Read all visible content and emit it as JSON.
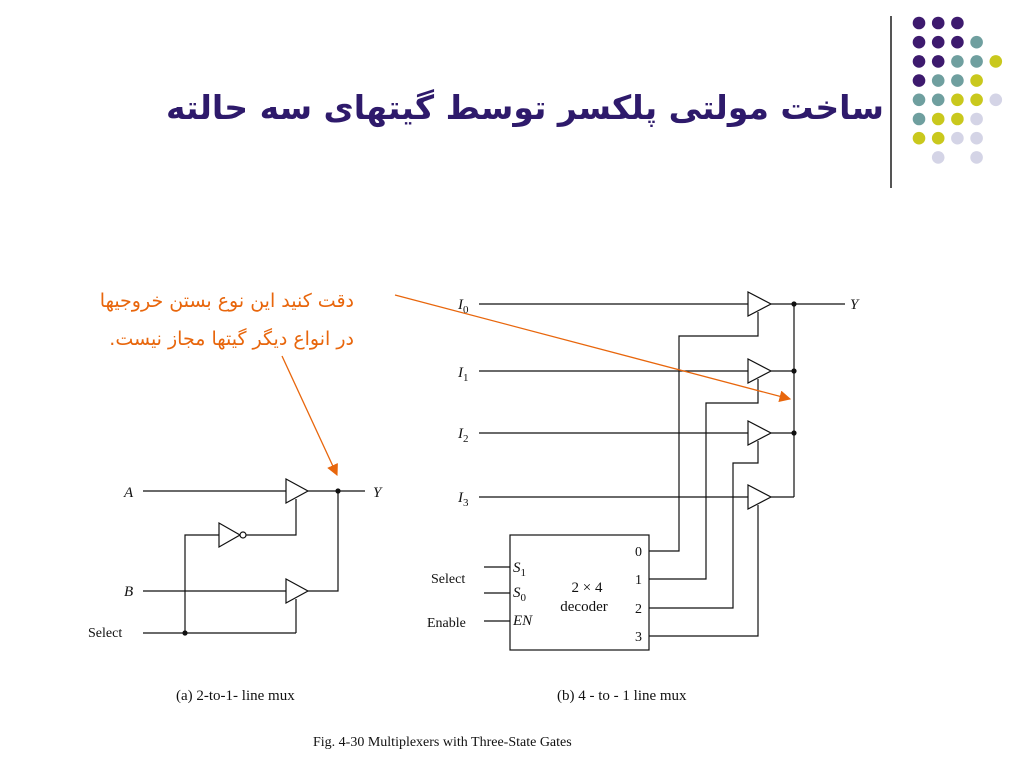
{
  "slide": {
    "title": "ساخت مولتی پلکسر توسط گیتهای سه حالته",
    "annotation_line1": "دقت کنید این نوع بستن خروجیها",
    "annotation_line2": "در انواع دیگر گیتها مجاز نیست."
  },
  "colors": {
    "title": "#2e1a6b",
    "annotation": "#e8660c",
    "dots": [
      "#3d1a6e",
      "#6f9f9f",
      "#c9c81d",
      "#d4d4e6"
    ]
  },
  "fig_a": {
    "input_a": "A",
    "input_b": "B",
    "select": "Select",
    "output": "Y",
    "caption": "(a) 2-to-1-  line mux"
  },
  "fig_b": {
    "inputs": [
      {
        "letter": "I",
        "sub": "0"
      },
      {
        "letter": "I",
        "sub": "1"
      },
      {
        "letter": "I",
        "sub": "2"
      },
      {
        "letter": "I",
        "sub": "3"
      }
    ],
    "output": "Y",
    "select": "Select",
    "enable": "Enable",
    "decoder": {
      "line1": "2 × 4",
      "line2": "decoder",
      "s1": {
        "letter": "S",
        "sub": "1"
      },
      "s0": {
        "letter": "S",
        "sub": "0"
      },
      "en": "EN",
      "outputs": [
        "0",
        "1",
        "2",
        "3"
      ]
    },
    "caption": "(b) 4 - to - 1  line mux"
  },
  "figure_caption": "Fig. 4-30  Multiplexers with Three-State Gates"
}
